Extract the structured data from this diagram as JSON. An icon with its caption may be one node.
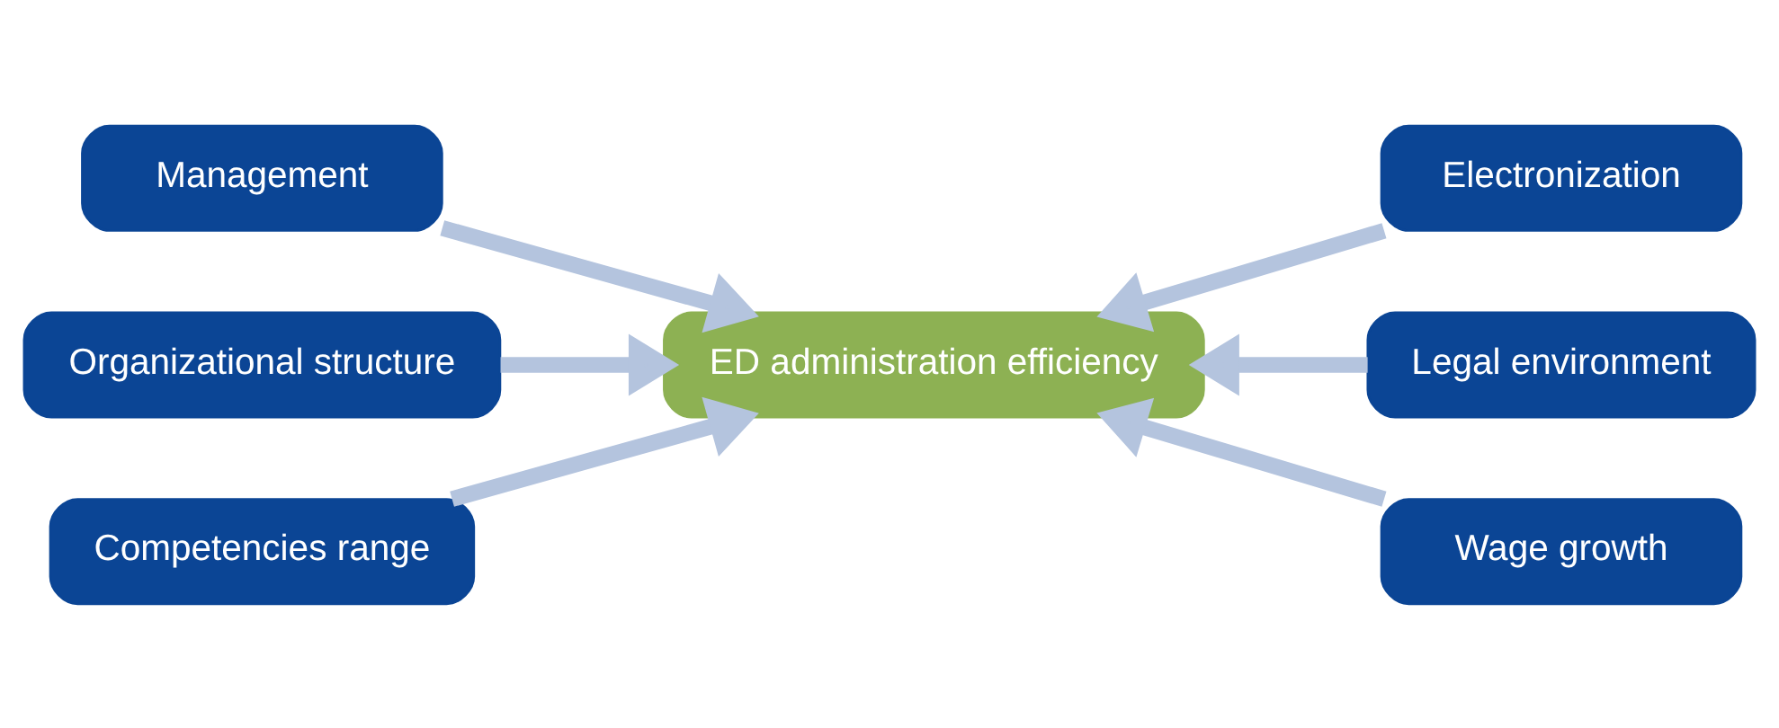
{
  "diagram": {
    "nodes": [
      {
        "text": [
          "ED administration efficiency"
        ]
      },
      {
        "text": [
          "Management"
        ]
      },
      {
        "text": [
          "Electronization"
        ]
      },
      {
        "text": [
          "Organizational structure"
        ]
      },
      {
        "text": [
          "Legal environment"
        ]
      },
      {
        "text": [
          "Competencies range"
        ]
      },
      {
        "text": [
          "Wage growth"
        ]
      }
    ],
    "edges": [
      {
        "from": 1,
        "to": 0,
        "arrow": "to"
      },
      {
        "from": 2,
        "to": 0,
        "arrow": "to"
      },
      {
        "from": 3,
        "to": 0,
        "arrow": "to"
      },
      {
        "from": 4,
        "to": 0,
        "arrow": "to"
      },
      {
        "from": 5,
        "to": 0,
        "arrow": "to"
      },
      {
        "from": 6,
        "to": 0,
        "arrow": "to"
      }
    ]
  }
}
